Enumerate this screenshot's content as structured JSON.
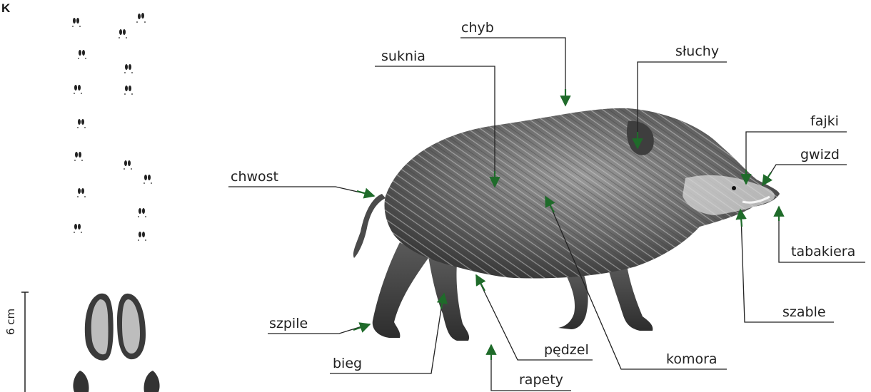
{
  "panel_letter": "K",
  "scale_label": "6 cm",
  "labels": {
    "chyb": "chyb",
    "suknia": "suknia",
    "sluchy": "słuchy",
    "fajki": "fajki",
    "gwizd": "gwizd",
    "chwost": "chwost",
    "tabakiera": "tabakiera",
    "szpile": "szpile",
    "szable": "szable",
    "pedzel": "pędzel",
    "komora": "komora",
    "bieg": "bieg",
    "rapety": "rapety"
  },
  "colors": {
    "leader_line": "#222222",
    "arrow": "#1f6b2a",
    "boar_body": "#6a6a6a"
  }
}
